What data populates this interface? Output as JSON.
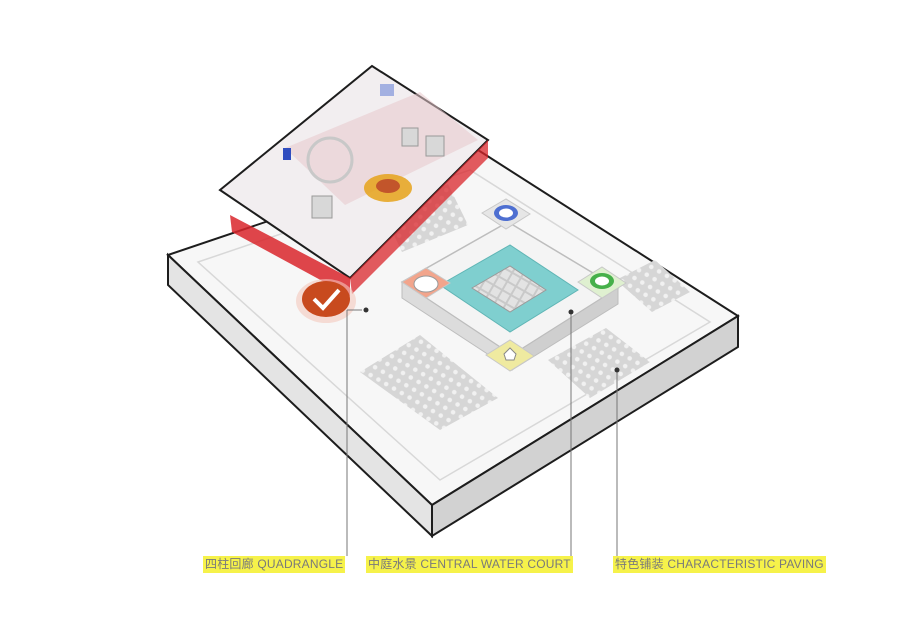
{
  "labels": {
    "quadrangle": "四柱回廊 QUADRANGLE",
    "central_water_court": "中庭水景 CENTRAL WATER COURT",
    "characteristic_paving": "特色铺装 CHARACTERISTIC PAVING"
  },
  "colors": {
    "building_red": "#d9262b",
    "water": "#7fcfcf",
    "label_highlight": "#f6f24a",
    "pillar_orange": "#f2a58c",
    "pillar_blue": "#4e6fd1",
    "pillar_green": "#46b04a",
    "pillar_yellow": "#efeaa0",
    "marker_orange": "#c84a1e"
  },
  "icons": {
    "quadrangle_marker": "check-icon"
  }
}
